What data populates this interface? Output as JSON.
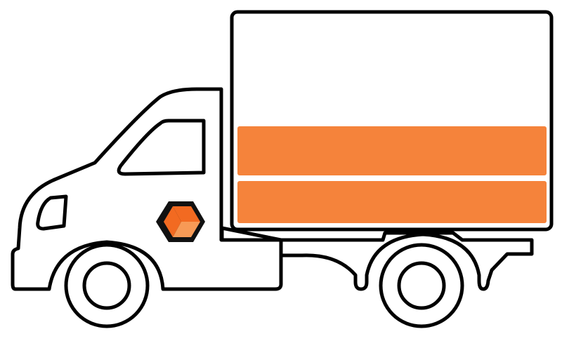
{
  "illustration": {
    "subject": "delivery-truck",
    "colors": {
      "outline": "#000000",
      "body": "#ffffff",
      "accent": "#F5833B",
      "logo_dark": "#111111",
      "logo_orange": "#F26A21",
      "logo_light": "#F79A56"
    },
    "parts": {
      "cargo_box": {
        "stripes": 2
      },
      "cab": {
        "windows": 1,
        "headlights": 1
      },
      "wheels": 2,
      "logo": {
        "shape": "hexagon"
      }
    }
  }
}
